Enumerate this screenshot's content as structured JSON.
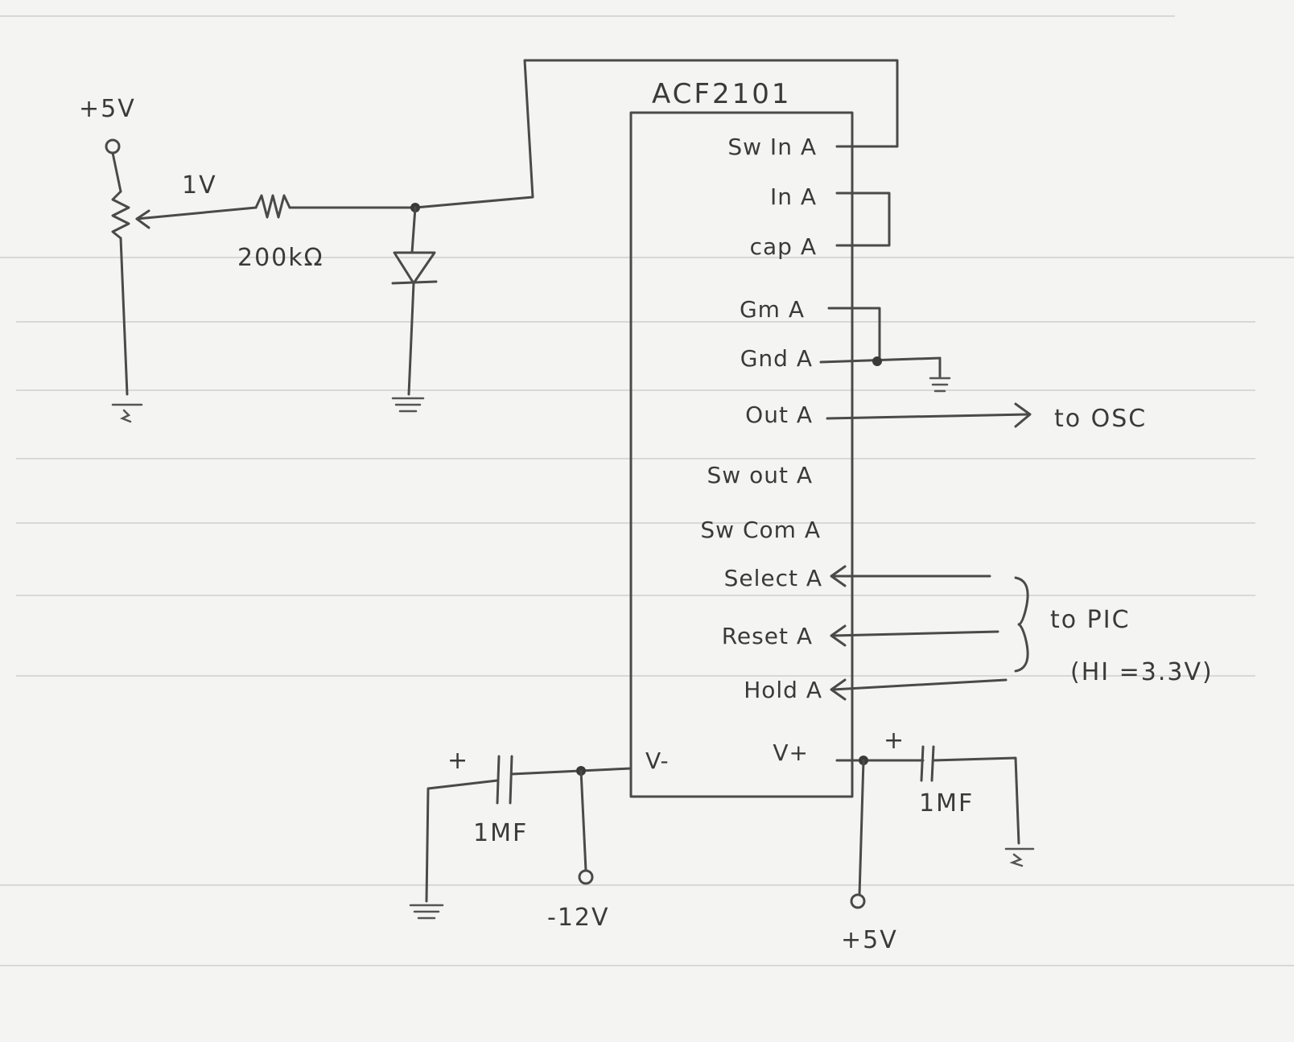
{
  "chip": {
    "name": "ACF2101",
    "pins_right": [
      "Sw In A",
      "In A",
      "cap A",
      "Gm A",
      "Gnd A",
      "Out A",
      "Sw out A",
      "Sw Com A",
      "Select A",
      "Reset A",
      "Hold A",
      "V+"
    ],
    "pin_left": "V-"
  },
  "labels": {
    "supply_top": "+5V",
    "pot_voltage": "1V",
    "resistor": "200kΩ",
    "out_dest": "to OSC",
    "pic_dest": "to PIC",
    "pic_note": "(HI =3.3V)",
    "cap_left": "1MF",
    "cap_left_plus": "+",
    "cap_right": "1MF",
    "cap_right_plus": "+",
    "neg_supply": "-12V",
    "pos_supply": "+5V"
  }
}
